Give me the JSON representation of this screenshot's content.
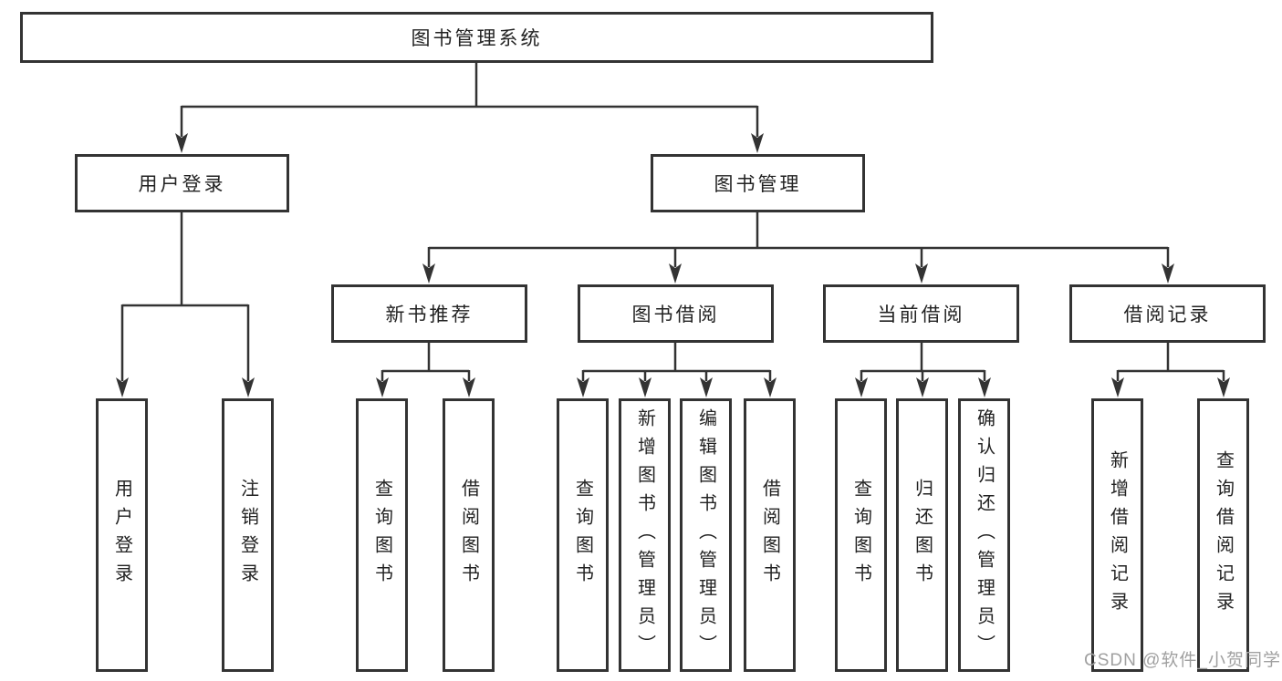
{
  "tree": {
    "label": "图书管理系统",
    "children": [
      {
        "label": "用户登录",
        "children": [
          {
            "label": "用户登录"
          },
          {
            "label": "注销登录"
          }
        ]
      },
      {
        "label": "图书管理",
        "children": [
          {
            "label": "新书推荐",
            "children": [
              {
                "label": "查询图书"
              },
              {
                "label": "借阅图书"
              }
            ]
          },
          {
            "label": "图书借阅",
            "children": [
              {
                "label": "查询图书"
              },
              {
                "label": "新增图书（管理员）"
              },
              {
                "label": "编辑图书（管理员）"
              },
              {
                "label": "借阅图书"
              }
            ]
          },
          {
            "label": "当前借阅",
            "children": [
              {
                "label": "查询图书"
              },
              {
                "label": "归还图书"
              },
              {
                "label": "确认归还（管理员）"
              }
            ]
          },
          {
            "label": "借阅记录",
            "children": [
              {
                "label": "新增借阅记录"
              },
              {
                "label": "查询借阅记录"
              }
            ]
          }
        ]
      }
    ]
  },
  "watermark": {
    "text": "CSDN @软件_小贺同学"
  },
  "colors": {
    "line": "#333333",
    "box_border": "#333333",
    "text": "#222222",
    "watermark": "#a0a0a0",
    "background": "#ffffff"
  }
}
